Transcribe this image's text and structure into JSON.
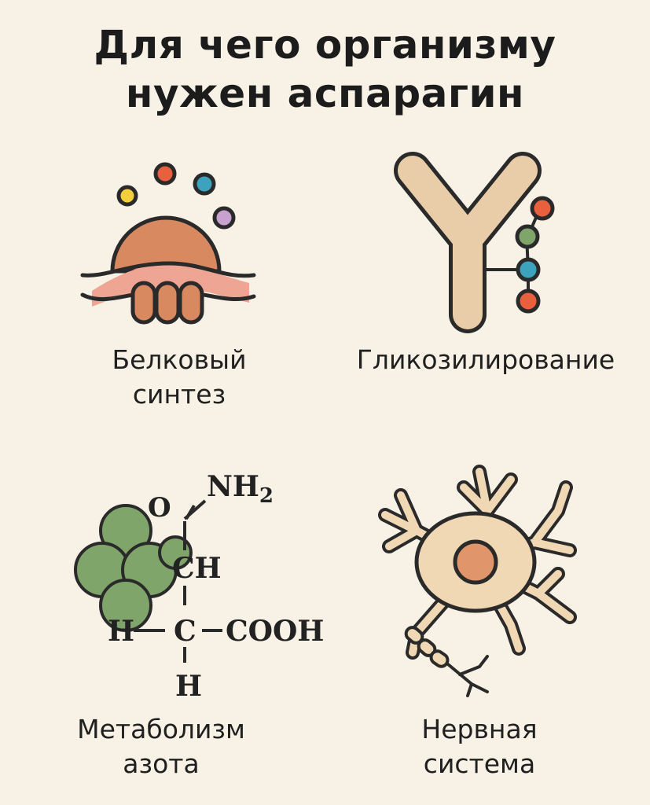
{
  "title": {
    "line1": "Для чего организму",
    "line2": "нужен аспарагин"
  },
  "panels": {
    "protein": {
      "line1": "Белковый",
      "line2": "синтез"
    },
    "glyco": {
      "line1": "Гликозилирование"
    },
    "nitrogen": {
      "line1": "Метаболизм",
      "line2": "азота",
      "formula": {
        "nh2": "NH",
        "nh2_sub": "2",
        "o": "O",
        "ch": "CH",
        "h_left": "H",
        "c": "C",
        "cooh": "COOH",
        "h_bottom": "H"
      }
    },
    "nerve": {
      "line1": "Нервная",
      "line2": "система"
    }
  },
  "colors": {
    "background": "#f8f2e6",
    "ribosome": "#d9895f",
    "membrane": "#eea593",
    "antibody": "#e8cda8",
    "green": "#7fa56b",
    "blue": "#3da2bd",
    "orange_red": "#e8603e",
    "yellow": "#f2cf3b",
    "lilac": "#c7a2cf",
    "neuron_body": "#f1d8b4",
    "nucleus": "#e0956a"
  }
}
